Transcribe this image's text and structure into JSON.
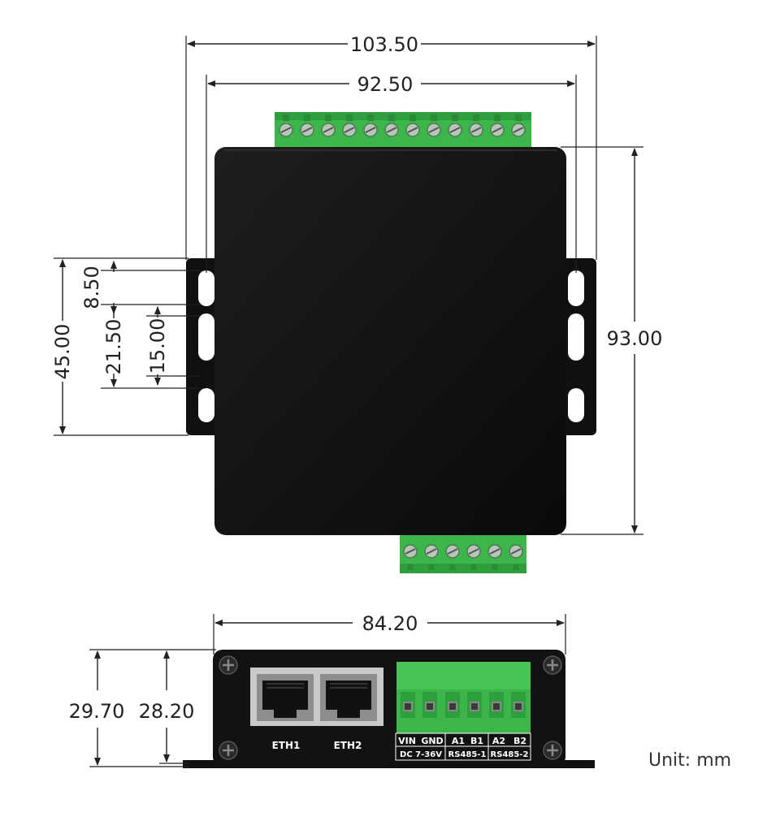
{
  "dimensions": {
    "overall_width": "103.50",
    "hole_spacing": "92.50",
    "body_height": "93.00",
    "bracket_height": "45.00",
    "slot_offset": "8.50",
    "slot_span": "21.50",
    "slot_length": "15.00",
    "front_width": "84.20",
    "front_total_height": "29.70",
    "front_body_height": "28.20"
  },
  "ports": {
    "eth1": "ETH1",
    "eth2": "ETH2"
  },
  "terminal_labels": {
    "vin": "VIN",
    "gnd": "GND",
    "a1": "A1",
    "b1": "B1",
    "a2": "A2",
    "b2": "B2",
    "dc_range": "DC 7-36V",
    "rs485_1": "RS485-1",
    "rs485_2": "RS485-2"
  },
  "unit": "Unit: mm",
  "colors": {
    "enclosure": "#111111",
    "terminal_green": "#3cb54a",
    "dimension_line": "#222222"
  }
}
